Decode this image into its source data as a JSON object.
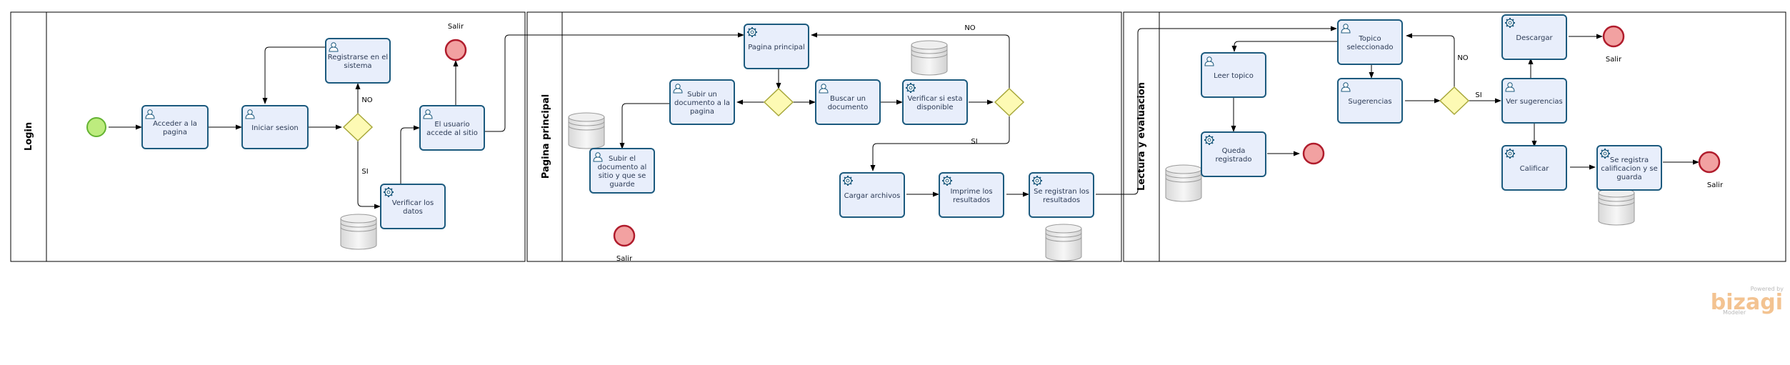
{
  "pools": {
    "login": "Login",
    "principal": "Pagina principal",
    "lectura": "Lectura y evaluacion"
  },
  "tasks": {
    "acceder": [
      "Acceder a la",
      "pagina"
    ],
    "iniciar": [
      "Iniciar sesion"
    ],
    "registrarse": [
      "Registrarse en el",
      "sistema"
    ],
    "verificar_datos": [
      "Verificar los",
      "datos"
    ],
    "usuario_accede": [
      "El usuario",
      "accede al sitio"
    ],
    "pagina_principal": [
      "Pagina principal"
    ],
    "subir_documento": [
      "Subir un",
      "documento a la",
      "pagina"
    ],
    "buscar": [
      "Buscar un",
      "documento"
    ],
    "verificar_disponible": [
      "Verificar si esta",
      "disponible"
    ],
    "subir_guarde": [
      "Subir el",
      "documento al",
      "sitio y que se",
      "guarde"
    ],
    "cargar": [
      "Cargar archivos"
    ],
    "imprime": [
      "Imprime los",
      "resultados"
    ],
    "registran": [
      "Se registran los",
      "resultados"
    ],
    "leer": [
      "Leer topico"
    ],
    "queda": [
      "Queda",
      "registrado"
    ],
    "topico": [
      "Topico",
      "seleccionado"
    ],
    "sugerencias": [
      "Sugerencias"
    ],
    "descargar": [
      "Descargar"
    ],
    "ver_sugerencias": [
      "Ver sugerencias"
    ],
    "calificar": [
      "Calificar"
    ],
    "registra_calificacion": [
      "Se registra",
      "calificacion y se",
      "guarda"
    ]
  },
  "edge_labels": {
    "no": "NO",
    "si": "SI"
  },
  "end_label": "Salir",
  "watermark": {
    "small_top": "Powered by",
    "brand": "bizagi",
    "small_bottom": "Modeler"
  },
  "colors": {
    "task_fill": "#e8eefb",
    "task_stroke": "#1c5a7e",
    "start_fill": "#bdec7e",
    "start_stroke": "#64b332",
    "end_fill": "#f2a1a1",
    "end_stroke": "#b01c2c",
    "gateway_fill": "#fdfab4",
    "gateway_stroke": "#a8a83c"
  }
}
